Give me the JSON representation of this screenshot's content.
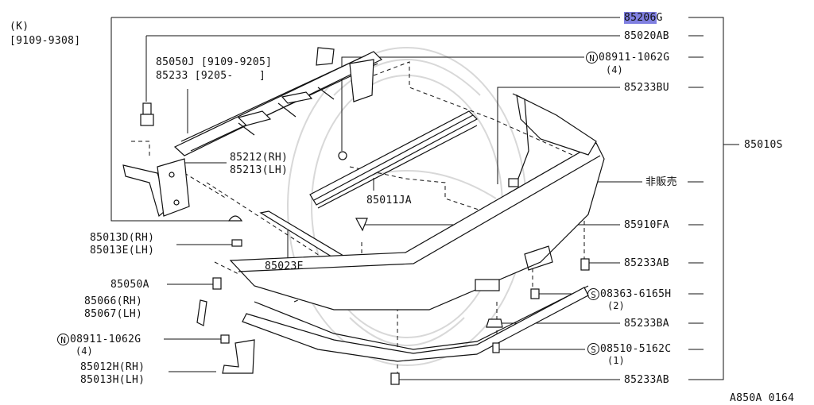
{
  "corner": {
    "model": "(K)",
    "range": "[9109-9308]"
  },
  "footer_code": "A850A 0164",
  "right_labels": [
    {
      "id": "r1",
      "text": "85206G",
      "prefix": "",
      "qty": "",
      "highlight": "85206"
    },
    {
      "id": "r2",
      "text": "85020AB",
      "prefix": "",
      "qty": ""
    },
    {
      "id": "r3",
      "text": "08911-1062G",
      "prefix": "N",
      "qty": "(4)"
    },
    {
      "id": "r4",
      "text": "85233BU",
      "prefix": "",
      "qty": ""
    },
    {
      "id": "r5",
      "text": "非販売",
      "prefix": "",
      "qty": ""
    },
    {
      "id": "r6",
      "text": "85910FA",
      "prefix": "",
      "qty": ""
    },
    {
      "id": "r7",
      "text": "85233AB",
      "prefix": "",
      "qty": ""
    },
    {
      "id": "r8",
      "text": "08363-6165H",
      "prefix": "S",
      "qty": "(2)"
    },
    {
      "id": "r9",
      "text": "85233BA",
      "prefix": "",
      "qty": ""
    },
    {
      "id": "r10",
      "text": "08510-5162C",
      "prefix": "S",
      "qty": "(1)"
    },
    {
      "id": "r11",
      "text": "85233AB",
      "prefix": "",
      "qty": ""
    }
  ],
  "assembly_label": "85010S",
  "left_labels": {
    "reinf_a": "85050J [9109-9205]",
    "reinf_b": "85233 [9205-    ]",
    "bracket_rh": "85212(RH)",
    "bracket_lh": "85213(LH)",
    "absorber": "85011JA",
    "seal": "85023E",
    "side_rh": "85013D(RH)",
    "side_lh": "85013E(LH)",
    "clip": "85050A",
    "mold_rh": "85066(RH)",
    "mold_lh": "85067(LH)",
    "nut_prefix": "N",
    "nut": "08911-1062G",
    "nut_qty": "(4)",
    "stay_rh": "85012H(RH)",
    "stay_lh": "85013H(LH)"
  },
  "highlight_color": "#7f7fe0"
}
